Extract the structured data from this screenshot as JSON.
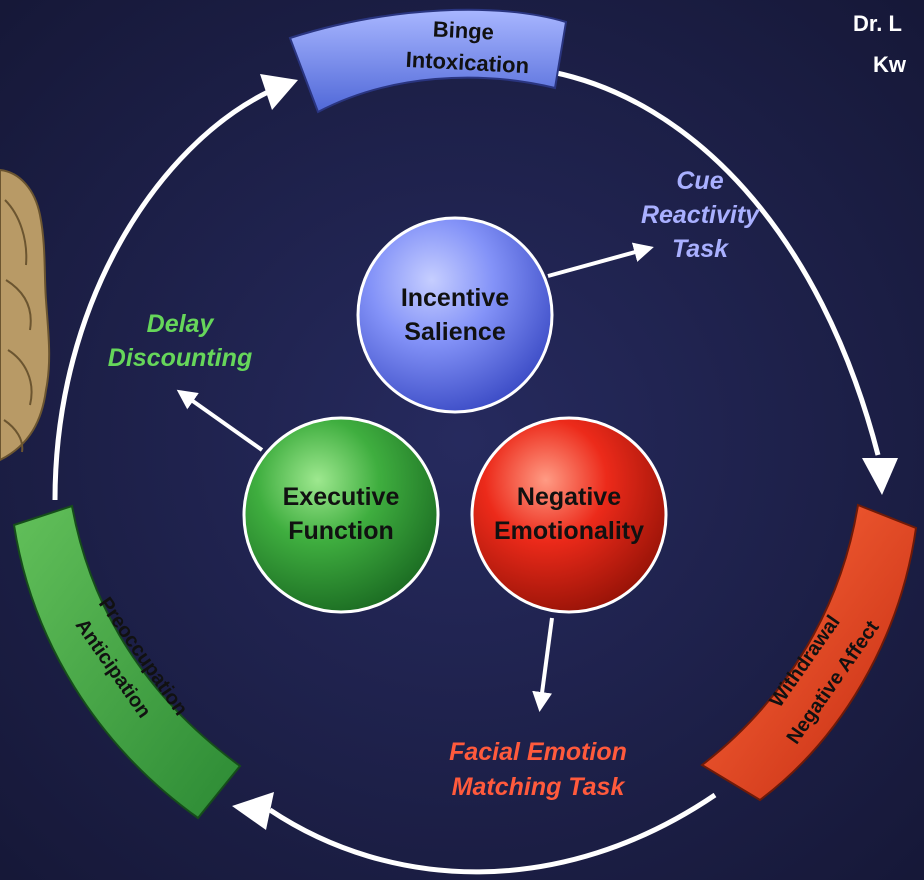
{
  "corner_text": [
    "Dr. L",
    "Kw"
  ],
  "stages": {
    "binge": {
      "line1": "Binge",
      "line2": "Intoxication",
      "color": "#6f85e4"
    },
    "withdrawal": {
      "line1": "Withdrawal",
      "line2": "Negative Affect",
      "color": "#d9401f"
    },
    "preoccupation": {
      "line1": "Preoccupation",
      "line2": "Anticipation",
      "color": "#3f9e3f"
    }
  },
  "domains": {
    "incentive": {
      "line1": "Incentive",
      "line2": "Salience",
      "color": "#7f8ff7"
    },
    "executive": {
      "line1": "Executive",
      "line2": "Function",
      "color": "#3eaa3e"
    },
    "negative": {
      "line1": "Negative",
      "line2": "Emotionality",
      "color": "#e8271a"
    }
  },
  "tasks": {
    "cue": {
      "line1": "Cue",
      "line2": "Reactivity",
      "line3": "Task",
      "color": "#a9b0ff"
    },
    "delay": {
      "line1": "Delay",
      "line2": "Discounting",
      "color": "#66d65a"
    },
    "facial": {
      "line1": "Facial Emotion",
      "line2": "Matching Task",
      "color": "#ff5a3c"
    }
  }
}
